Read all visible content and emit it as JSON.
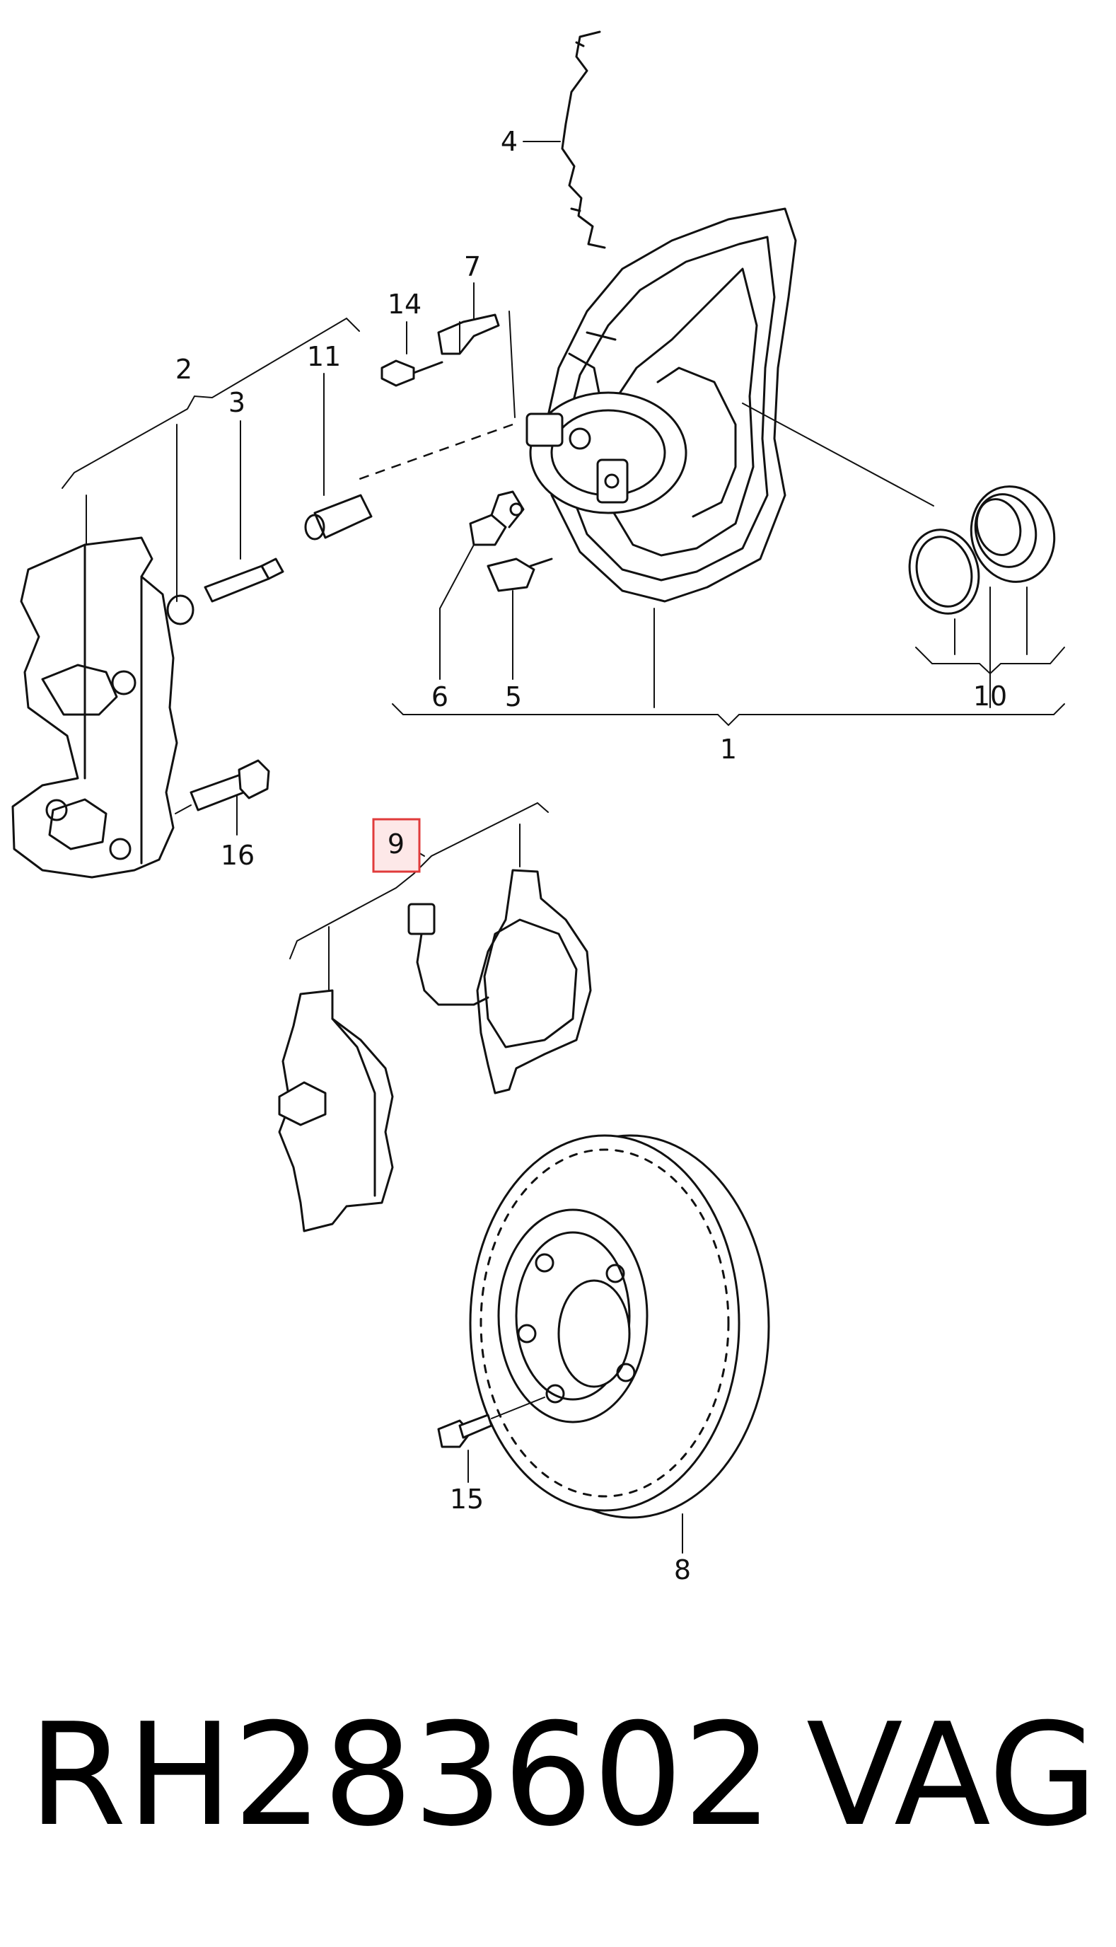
{
  "callouts": {
    "c1": "1",
    "c2": "2",
    "c3": "3",
    "c4": "4",
    "c5": "5",
    "c6": "6",
    "c7": "7",
    "c8": "8",
    "c9": "9",
    "c10": "10",
    "c11": "11",
    "c14": "14",
    "c15": "15",
    "c16": "16"
  },
  "highlighted_callout": "9",
  "caption": {
    "part_number": "RH283602",
    "brand": "VAG"
  },
  "colors": {
    "highlight_border": "#e03b3b",
    "highlight_fill": "#fde8e8",
    "line": "#111111"
  }
}
